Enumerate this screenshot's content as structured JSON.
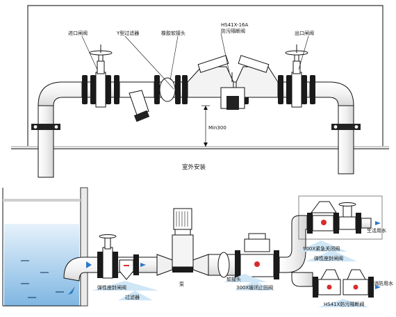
{
  "top": {
    "caption": "室外安装",
    "labels": {
      "inlet_gate_valve": "进口闸阀",
      "y_strainer": "Y型过滤器",
      "rubber_joint": "橡胶软接头",
      "model_line1": "HS41X-16A",
      "model_line2": "防污隔断阀",
      "outlet_gate_valve": "出口闸阀",
      "min_height": "Min300"
    }
  },
  "bottom": {
    "labels": {
      "resilient_seat_valve_left": "弹性座封闸阀",
      "strainer": "过滤器",
      "pump": "泵",
      "soft_joint": "软接头",
      "check_valve": "300X缓闭止回阀",
      "emergency_valve": "900X紧急关闭阀",
      "resilient_seat_valve_right": "弹性座封闸阀",
      "domestic_water": "生活用水",
      "fire_water": "消防用水",
      "backflow_valve": "HS41X防污隔断阀"
    }
  },
  "colors": {
    "line": "#111111",
    "water": "#cfe6f6",
    "water_deep": "#7fb6e2",
    "arrow": "#2b78c8",
    "pipe_fill": "#ffffff",
    "frame": "#333333"
  }
}
